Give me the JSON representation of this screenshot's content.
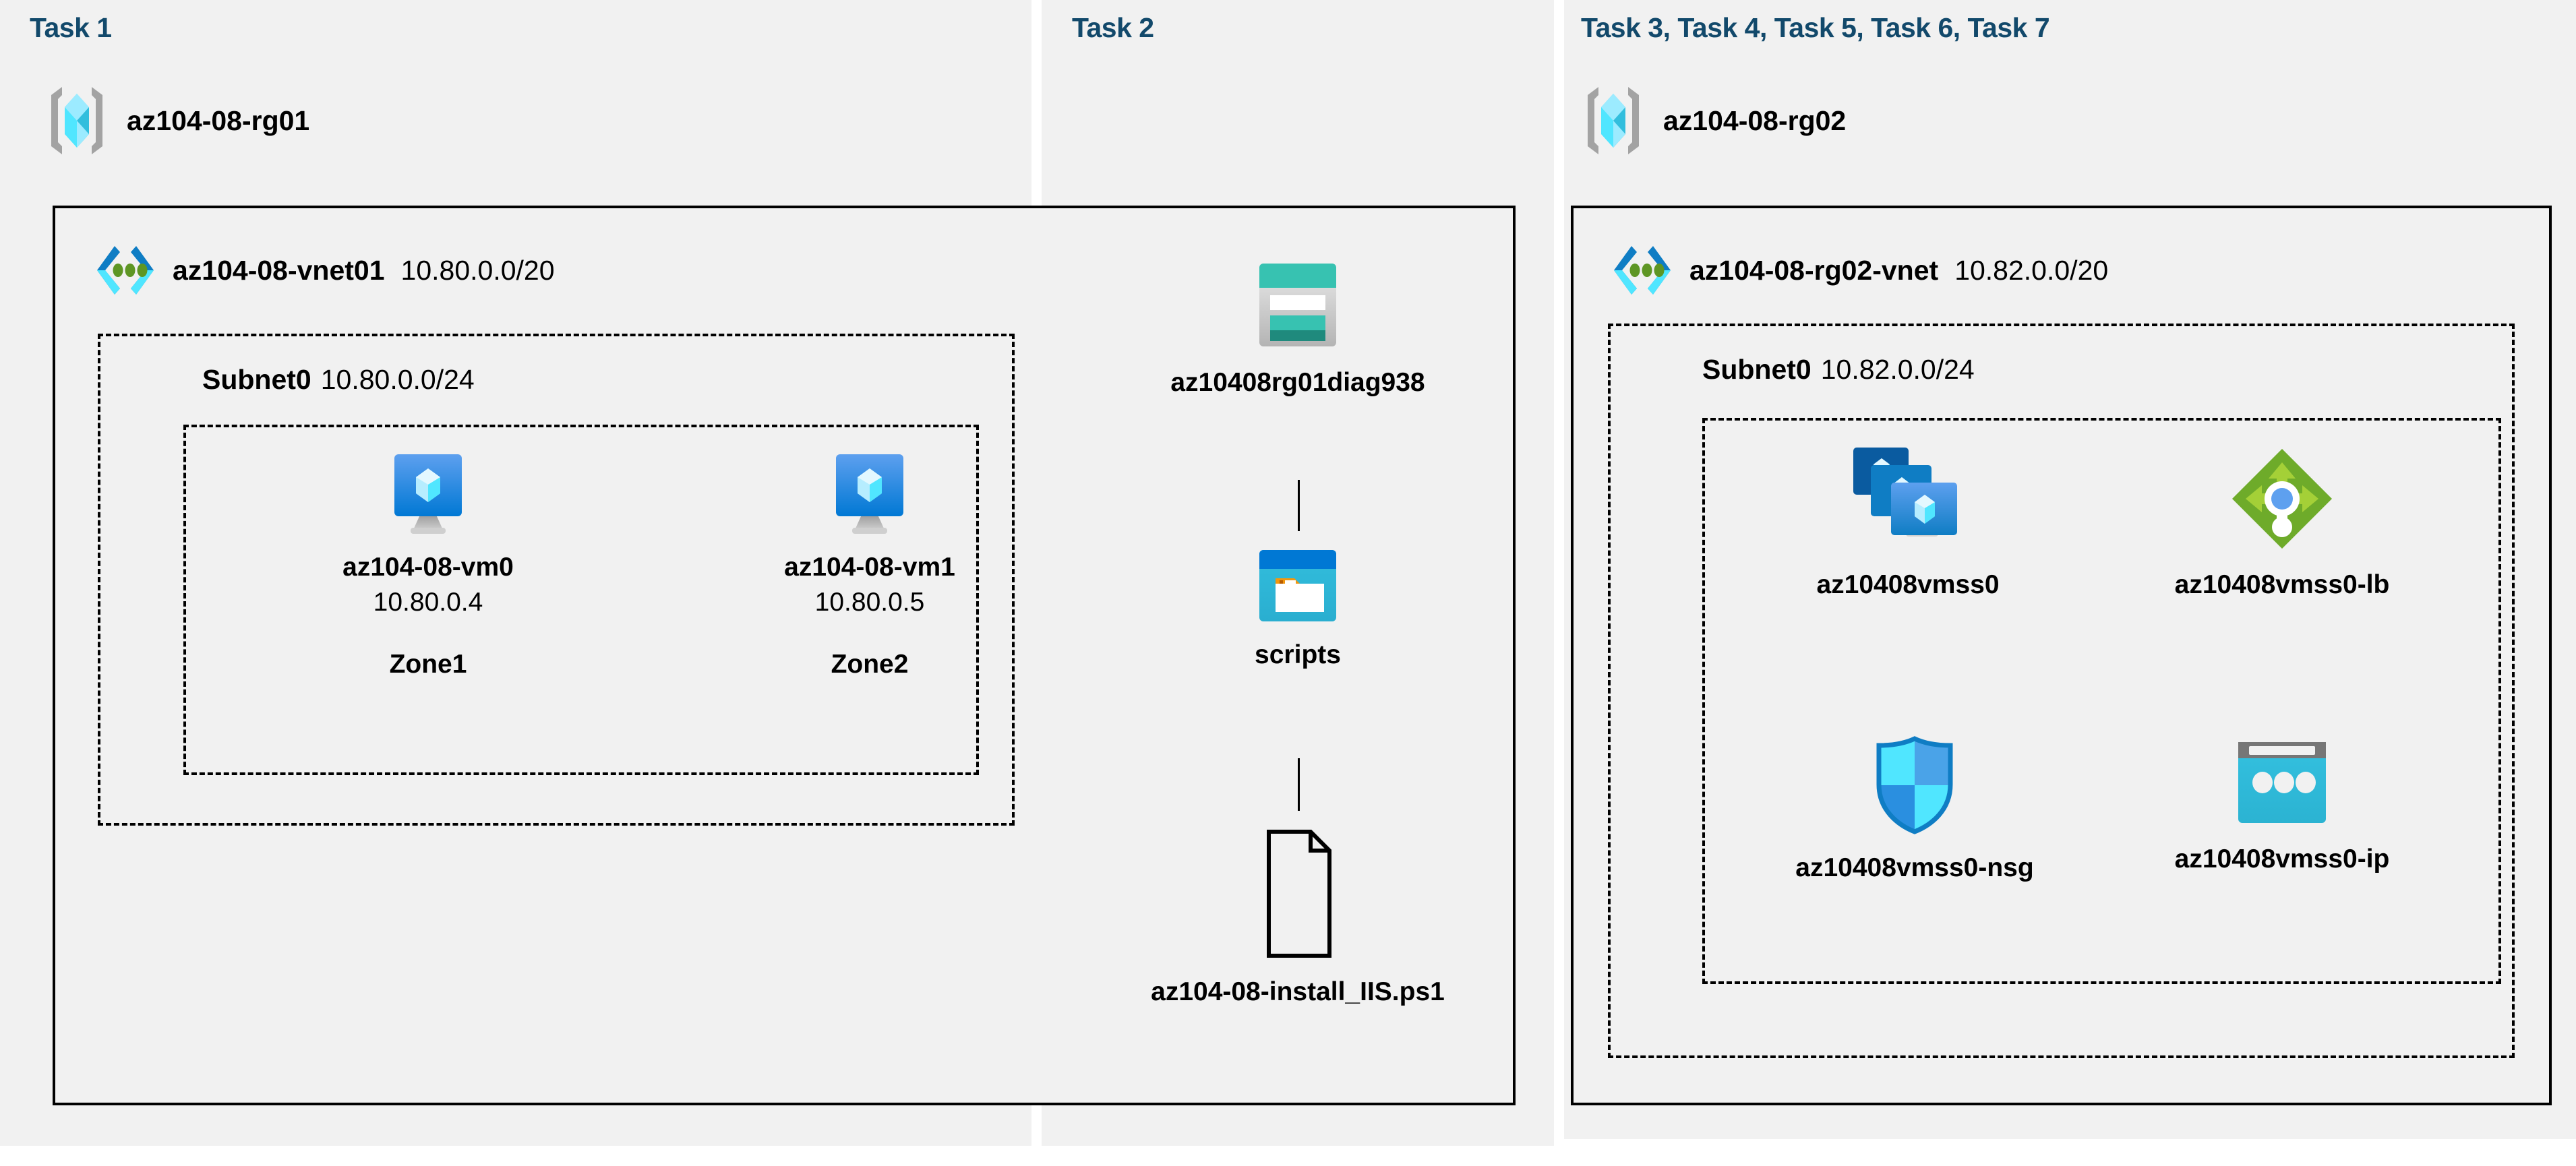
{
  "diagram": {
    "title_color": "#12496b",
    "panel_background": "#f1f1f1",
    "page_background": "#ffffff"
  },
  "panels": [
    {
      "id": "task1",
      "label": "Task 1"
    },
    {
      "id": "task2",
      "label": "Task 2"
    },
    {
      "id": "task3",
      "label": "Task 3, Task 4, Task 5, Task 6, Task 7"
    }
  ],
  "task1": {
    "resource_group": {
      "name": "az104-08-rg01",
      "icon": "resource-group-icon"
    },
    "vnet": {
      "name": "az104-08-vnet01",
      "cidr": "10.80.0.0/20",
      "icon": "virtual-network-icon"
    },
    "subnet": {
      "name": "Subnet0",
      "cidr": "10.80.0.0/24"
    },
    "vms": [
      {
        "name": "az104-08-vm0",
        "ip": "10.80.0.4",
        "zone": "Zone1",
        "icon": "virtual-machine-icon"
      },
      {
        "name": "az104-08-vm1",
        "ip": "10.80.0.5",
        "zone": "Zone2",
        "icon": "virtual-machine-icon"
      }
    ]
  },
  "task2": {
    "storage_account": {
      "name": "az10408rg01diag938",
      "icon": "storage-account-icon"
    },
    "container": {
      "name": "scripts",
      "icon": "blob-container-icon"
    },
    "file": {
      "name": "az104-08-install_IIS.ps1",
      "icon": "file-document-icon"
    }
  },
  "task3": {
    "resource_group": {
      "name": "az104-08-rg02",
      "icon": "resource-group-icon"
    },
    "vnet": {
      "name": "az104-08-rg02-vnet",
      "cidr": "10.82.0.0/20",
      "icon": "virtual-network-icon"
    },
    "subnet": {
      "name": "Subnet0",
      "cidr": "10.82.0.0/24"
    },
    "resources": [
      {
        "name": "az10408vmss0",
        "icon": "vm-scale-set-icon"
      },
      {
        "name": "az10408vmss0-lb",
        "icon": "load-balancer-icon"
      },
      {
        "name": "az10408vmss0-nsg",
        "icon": "network-security-group-icon"
      },
      {
        "name": "az10408vmss0-ip",
        "icon": "public-ip-address-icon"
      }
    ]
  },
  "colors": {
    "azure_blue": "#0078d4",
    "cyan": "#32bedd",
    "light_cyan": "#9cebff",
    "teal": "#37c2b1",
    "dark_teal": "#1f8a7d",
    "green": "#6eab2a",
    "light_green": "#a4d037",
    "orange": "#f2970d",
    "grey": "#767676",
    "task_heading": "#12496b"
  }
}
